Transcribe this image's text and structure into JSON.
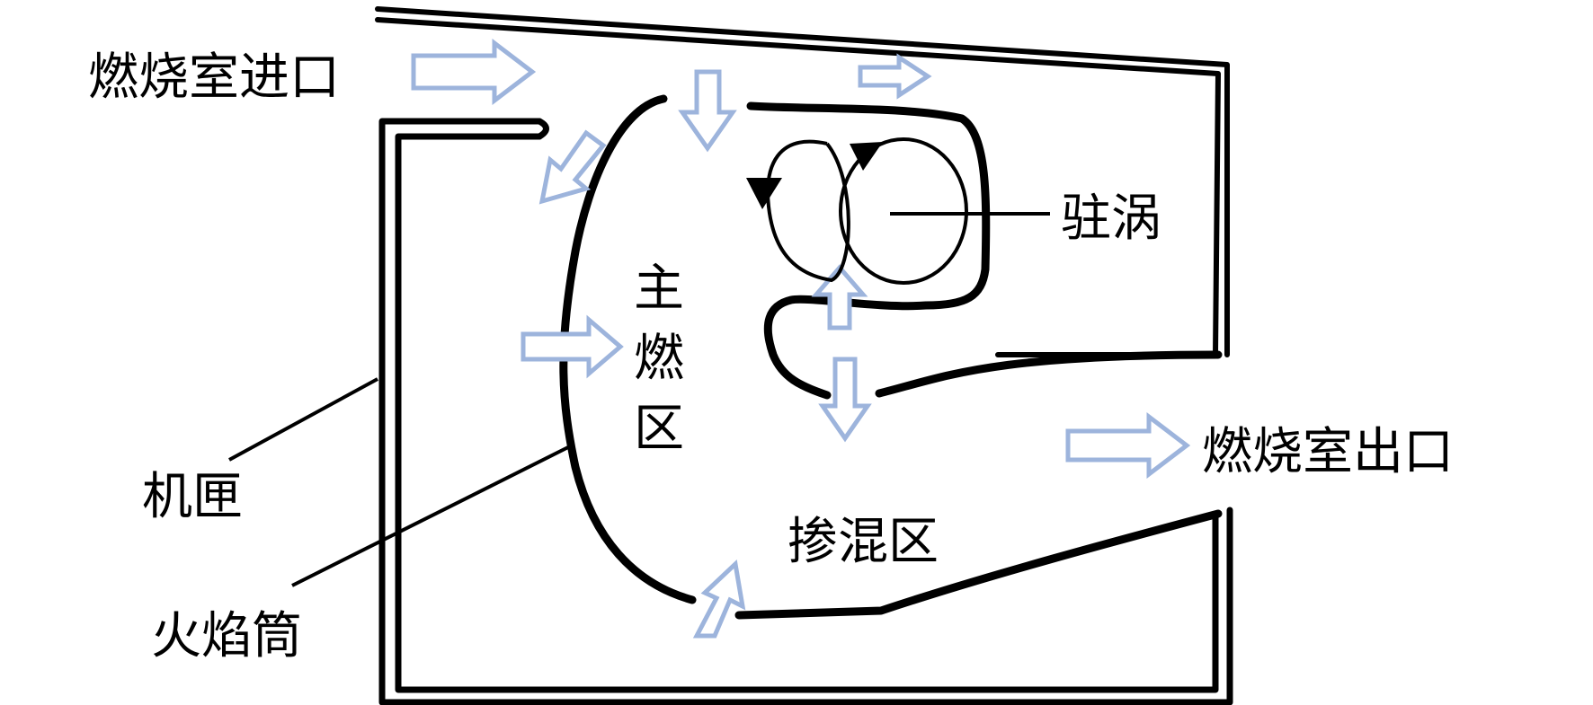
{
  "labels": {
    "inlet": "燃烧室进口",
    "outlet": "燃烧室出口",
    "trapped_vortex": "驻涡",
    "primary_zone": [
      "主",
      "燃",
      "区"
    ],
    "dilution_zone": "掺混区",
    "casing": "机匣",
    "liner": "火焰筒"
  },
  "colors": {
    "flow_arrow": "#9db4dc",
    "line": "#000000"
  }
}
